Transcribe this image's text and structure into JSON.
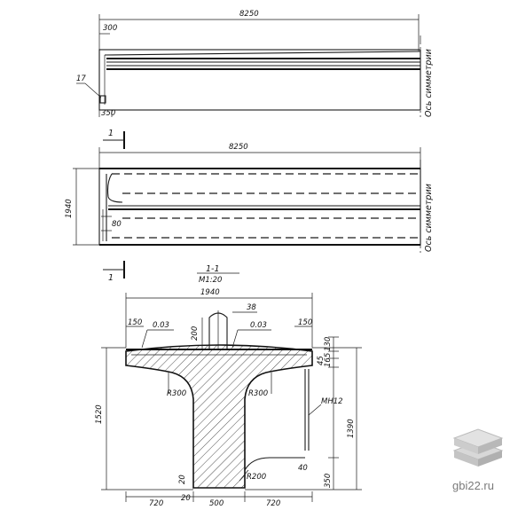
{
  "top_view": {
    "length": "8250",
    "end_width": "300",
    "bottom_width": "350",
    "callout": "17",
    "axis_label": "Ось симметрии"
  },
  "plan_view": {
    "length": "8250",
    "height": "1940",
    "inner_dim": "80",
    "section_mark": "1",
    "axis_label": "Ось симметрии"
  },
  "section": {
    "title": "1-1",
    "scale": "М1:20",
    "width": "1940",
    "post_width": "38",
    "slope_left": "0.03",
    "slope_right": "0.03",
    "edge_left": "150",
    "edge_right": "150",
    "post_height": "200",
    "r_left": "R300",
    "r_right": "R300",
    "r_bottom": "R200",
    "total_height": "1520",
    "right_height": "1390",
    "dim_130": "130",
    "dim_165": "165",
    "dim_45": "45",
    "dim_40": "40",
    "dim_350": "350",
    "dim_20a": "20",
    "dim_20b": "20",
    "flange_left": "720",
    "web": "500",
    "flange_right": "720",
    "embed_label": "МН12"
  },
  "watermark": {
    "text": "gbi22.ru"
  }
}
